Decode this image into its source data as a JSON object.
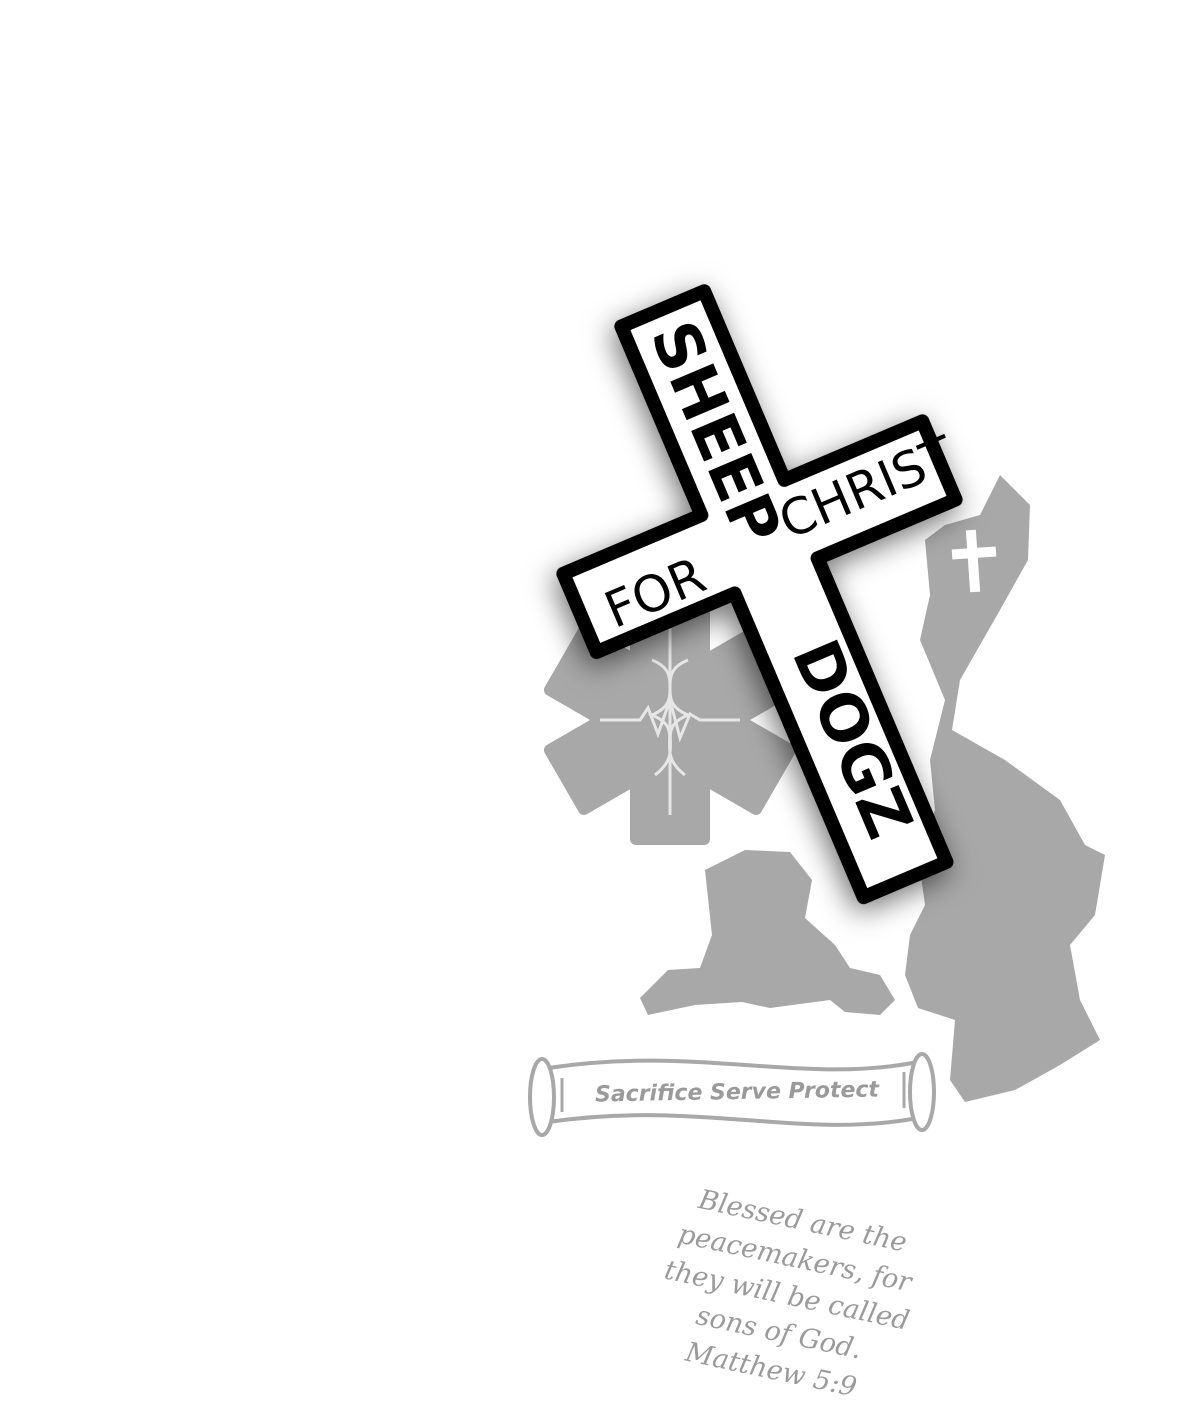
{
  "logo": {
    "word_sheep": "SHEEP",
    "word_for": "FOR",
    "word_christ": "CHRIST",
    "word_dogz": "DOGZ"
  },
  "banner": {
    "text": "Sacrifice Serve Protect"
  },
  "verse": {
    "lines": [
      "Blessed are the",
      "peacemakers, for",
      "they will be called",
      "sons of God.",
      "Matthew 5:9"
    ]
  },
  "colors": {
    "silhouette": "#a8a8a8",
    "cross_outline": "#000000",
    "cross_fill": "#ffffff",
    "banner_text": "#9a9a9a"
  },
  "icons": [
    "star-of-life-icon",
    "kneeling-soldier-icon",
    "firefighter-icon",
    "cross-icon",
    "scroll-banner-icon"
  ]
}
